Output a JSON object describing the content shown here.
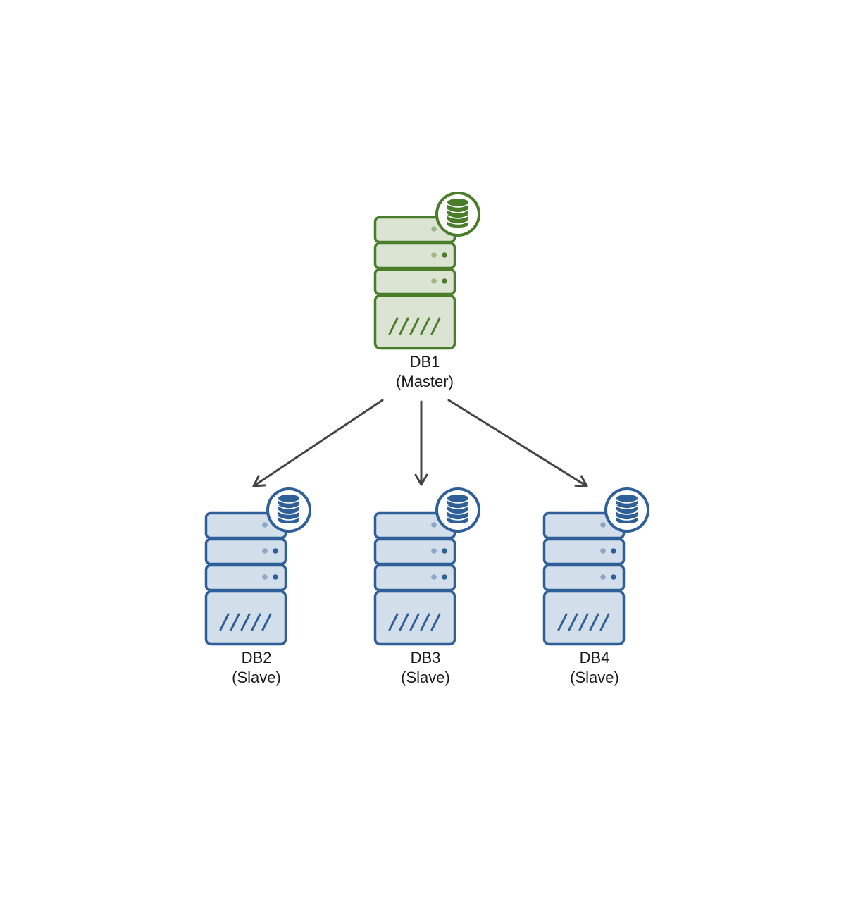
{
  "diagram": {
    "nodes": [
      {
        "id": "db1",
        "name": "DB1",
        "role": "(Master)",
        "color": "#4a7d2a",
        "fill": "#dbe3d3",
        "lightdot": "#9fb48b",
        "icon": "database-server-icon"
      },
      {
        "id": "db2",
        "name": "DB2",
        "role": "(Slave)",
        "color": "#2f5f98",
        "fill": "#d3deeb",
        "lightdot": "#8da6c6",
        "icon": "database-server-icon"
      },
      {
        "id": "db3",
        "name": "DB3",
        "role": "(Slave)",
        "color": "#2f5f98",
        "fill": "#d3deeb",
        "lightdot": "#8da6c6",
        "icon": "database-server-icon"
      },
      {
        "id": "db4",
        "name": "DB4",
        "role": "(Slave)",
        "color": "#2f5f98",
        "fill": "#d3deeb",
        "lightdot": "#8da6c6",
        "icon": "database-server-icon"
      }
    ],
    "edges": [
      {
        "from": "db1",
        "to": "db2"
      },
      {
        "from": "db1",
        "to": "db3"
      },
      {
        "from": "db1",
        "to": "db4"
      }
    ],
    "arrow_color": "#444444"
  }
}
